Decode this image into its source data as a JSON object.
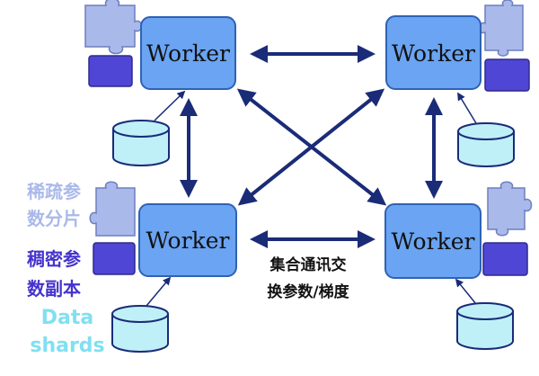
{
  "workers": [
    {
      "label": "Worker"
    },
    {
      "label": "Worker"
    },
    {
      "label": "Worker"
    },
    {
      "label": "Worker"
    }
  ],
  "collective_caption": {
    "line1": "集合通讯交",
    "line2": "换参数/梯度"
  },
  "legend": {
    "sparse": {
      "line1": "稀疏参",
      "line2": "数分片",
      "color": "#a9b9ea"
    },
    "dense": {
      "line1": "稠密参",
      "line2": "数副本",
      "color": "#4433cc"
    },
    "data": {
      "line1": "Data",
      "line2": "shards",
      "color": "#7fe0f2"
    }
  },
  "colors": {
    "worker_fill": "#6aa4f2",
    "worker_stroke": "#2f62b4",
    "arrow": "#1a2b78",
    "puzzle_fill": "#a9b9ea",
    "puzzle_stroke": "#6d7fc0",
    "dense_fill": "#4f46d6",
    "dense_stroke": "#2f2a8c",
    "cylinder_fill": "#bff0f8",
    "cylinder_stroke": "#1a2b78"
  },
  "icons": [
    "puzzle-piece-icon",
    "dense-block-icon",
    "database-cylinder-icon"
  ]
}
